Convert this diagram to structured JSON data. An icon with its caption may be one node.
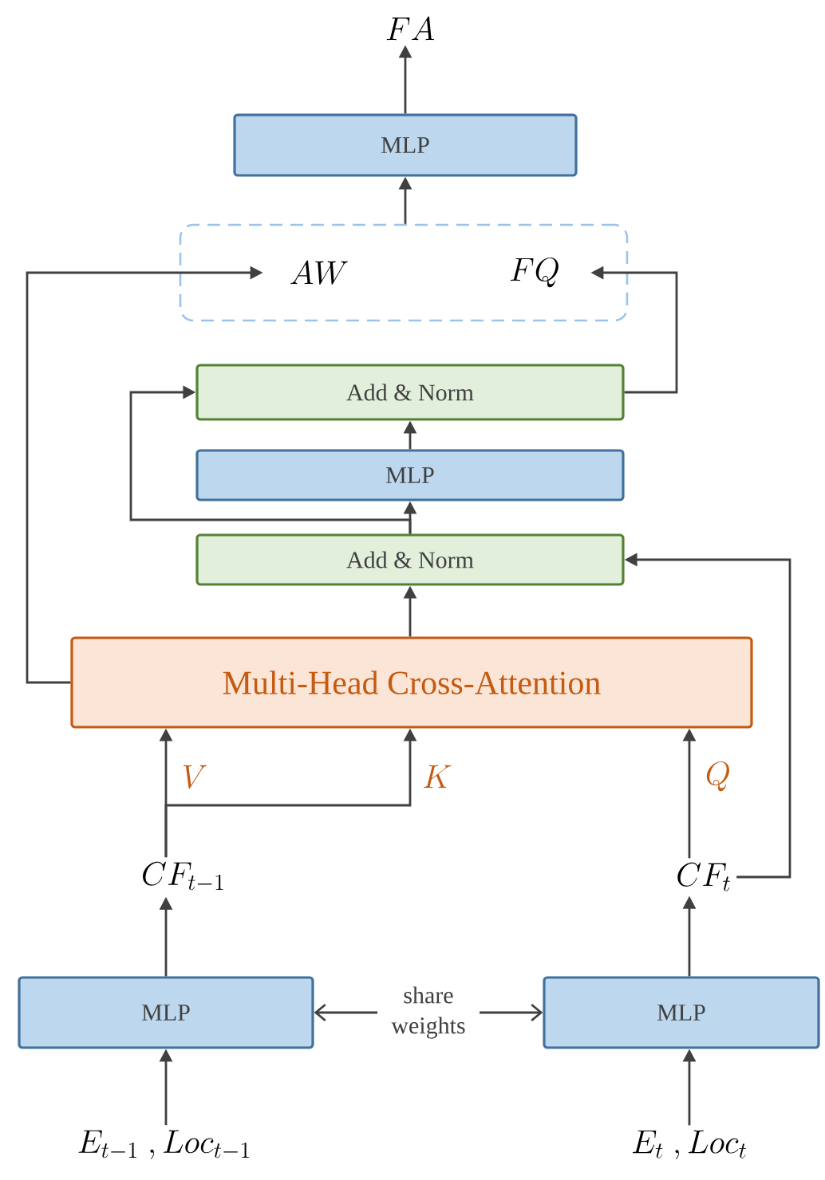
{
  "diagram": {
    "nodes": [
      {
        "text": [
          "FA"
        ]
      },
      {
        "text": [
          "MLP"
        ]
      },
      {
        "text": [],
        "shape": "box"
      },
      {
        "text": [
          "AW"
        ],
        "in": 2
      },
      {
        "text": [
          "FQ"
        ],
        "in": 2
      },
      {
        "text": [
          "Add & Norm"
        ]
      },
      {
        "text": [
          "MLP"
        ]
      },
      {
        "text": [
          "Add & Norm"
        ]
      },
      {
        "text": [
          "Multi-Head Cross-Attention"
        ]
      },
      {
        "text": [
          "CF_{t-1}"
        ]
      },
      {
        "text": [
          "CF_{t}"
        ]
      },
      {
        "text": [
          "MLP"
        ]
      },
      {
        "text": [
          "MLP"
        ]
      },
      {
        "text": [
          "E_{t-1}\\ ,Loc_{t-1}"
        ]
      },
      {
        "text": [
          "E_{t}\\ ,Loc_{t}"
        ]
      }
    ],
    "edges": [
      {
        "from": 13,
        "to": 11,
        "arrow": "to"
      },
      {
        "from": 14,
        "to": 12,
        "arrow": "to"
      },
      {
        "from": 11,
        "to": 9,
        "arrow": "to"
      },
      {
        "from": 12,
        "to": 10,
        "arrow": "to"
      },
      {
        "from": 11,
        "to": 12,
        "arrow": "both",
        "label": "share weights"
      },
      {
        "from": 9,
        "to": 8,
        "arrow": "to",
        "label": "V"
      },
      {
        "from": 9,
        "to": 8,
        "arrow": "to",
        "label": "K"
      },
      {
        "from": 10,
        "to": 8,
        "arrow": "to",
        "label": "Q"
      },
      {
        "from": 10,
        "to": 7,
        "arrow": "to"
      },
      {
        "from": 8,
        "to": 7,
        "arrow": "to"
      },
      {
        "from": 7,
        "to": 6,
        "arrow": "to"
      },
      {
        "from": 7,
        "to": 5,
        "arrow": "to"
      },
      {
        "from": 6,
        "to": 5,
        "arrow": "to"
      },
      {
        "from": 5,
        "to": 4,
        "arrow": "to"
      },
      {
        "from": 8,
        "to": 3,
        "arrow": "to"
      },
      {
        "from": 2,
        "to": 1,
        "arrow": "to"
      },
      {
        "from": 1,
        "to": 0,
        "arrow": "to"
      }
    ]
  }
}
